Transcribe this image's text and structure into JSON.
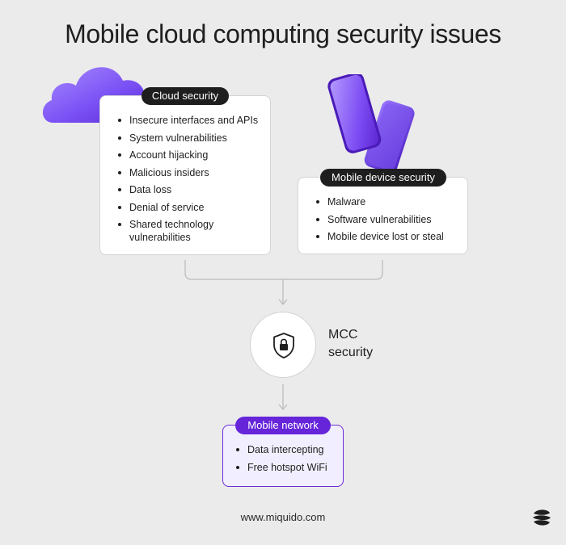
{
  "title": "Mobile cloud computing security issues",
  "cloud_security": {
    "label": "Cloud security",
    "items": [
      "Insecure interfaces and APIs",
      "System vulnerabilities",
      "Account hijacking",
      "Malicious insiders",
      "Data loss",
      "Denial of service",
      "Shared technology vulnerabilities"
    ]
  },
  "device_security": {
    "label": "Mobile device security",
    "items": [
      "Malware",
      "Software vulnerabilities",
      "Mobile device lost or steal"
    ]
  },
  "center": {
    "label_line1": "MCC",
    "label_line2": "security",
    "icon": "shield-lock-icon"
  },
  "mobile_network": {
    "label": "Mobile network",
    "items": [
      "Data intercepting",
      "Free hotspot WiFi"
    ]
  },
  "footer": {
    "url": "www.miquido.com"
  },
  "colors": {
    "accent": "#6625d9",
    "dark_pill": "#1e1e1e",
    "background": "#ebebeb"
  }
}
